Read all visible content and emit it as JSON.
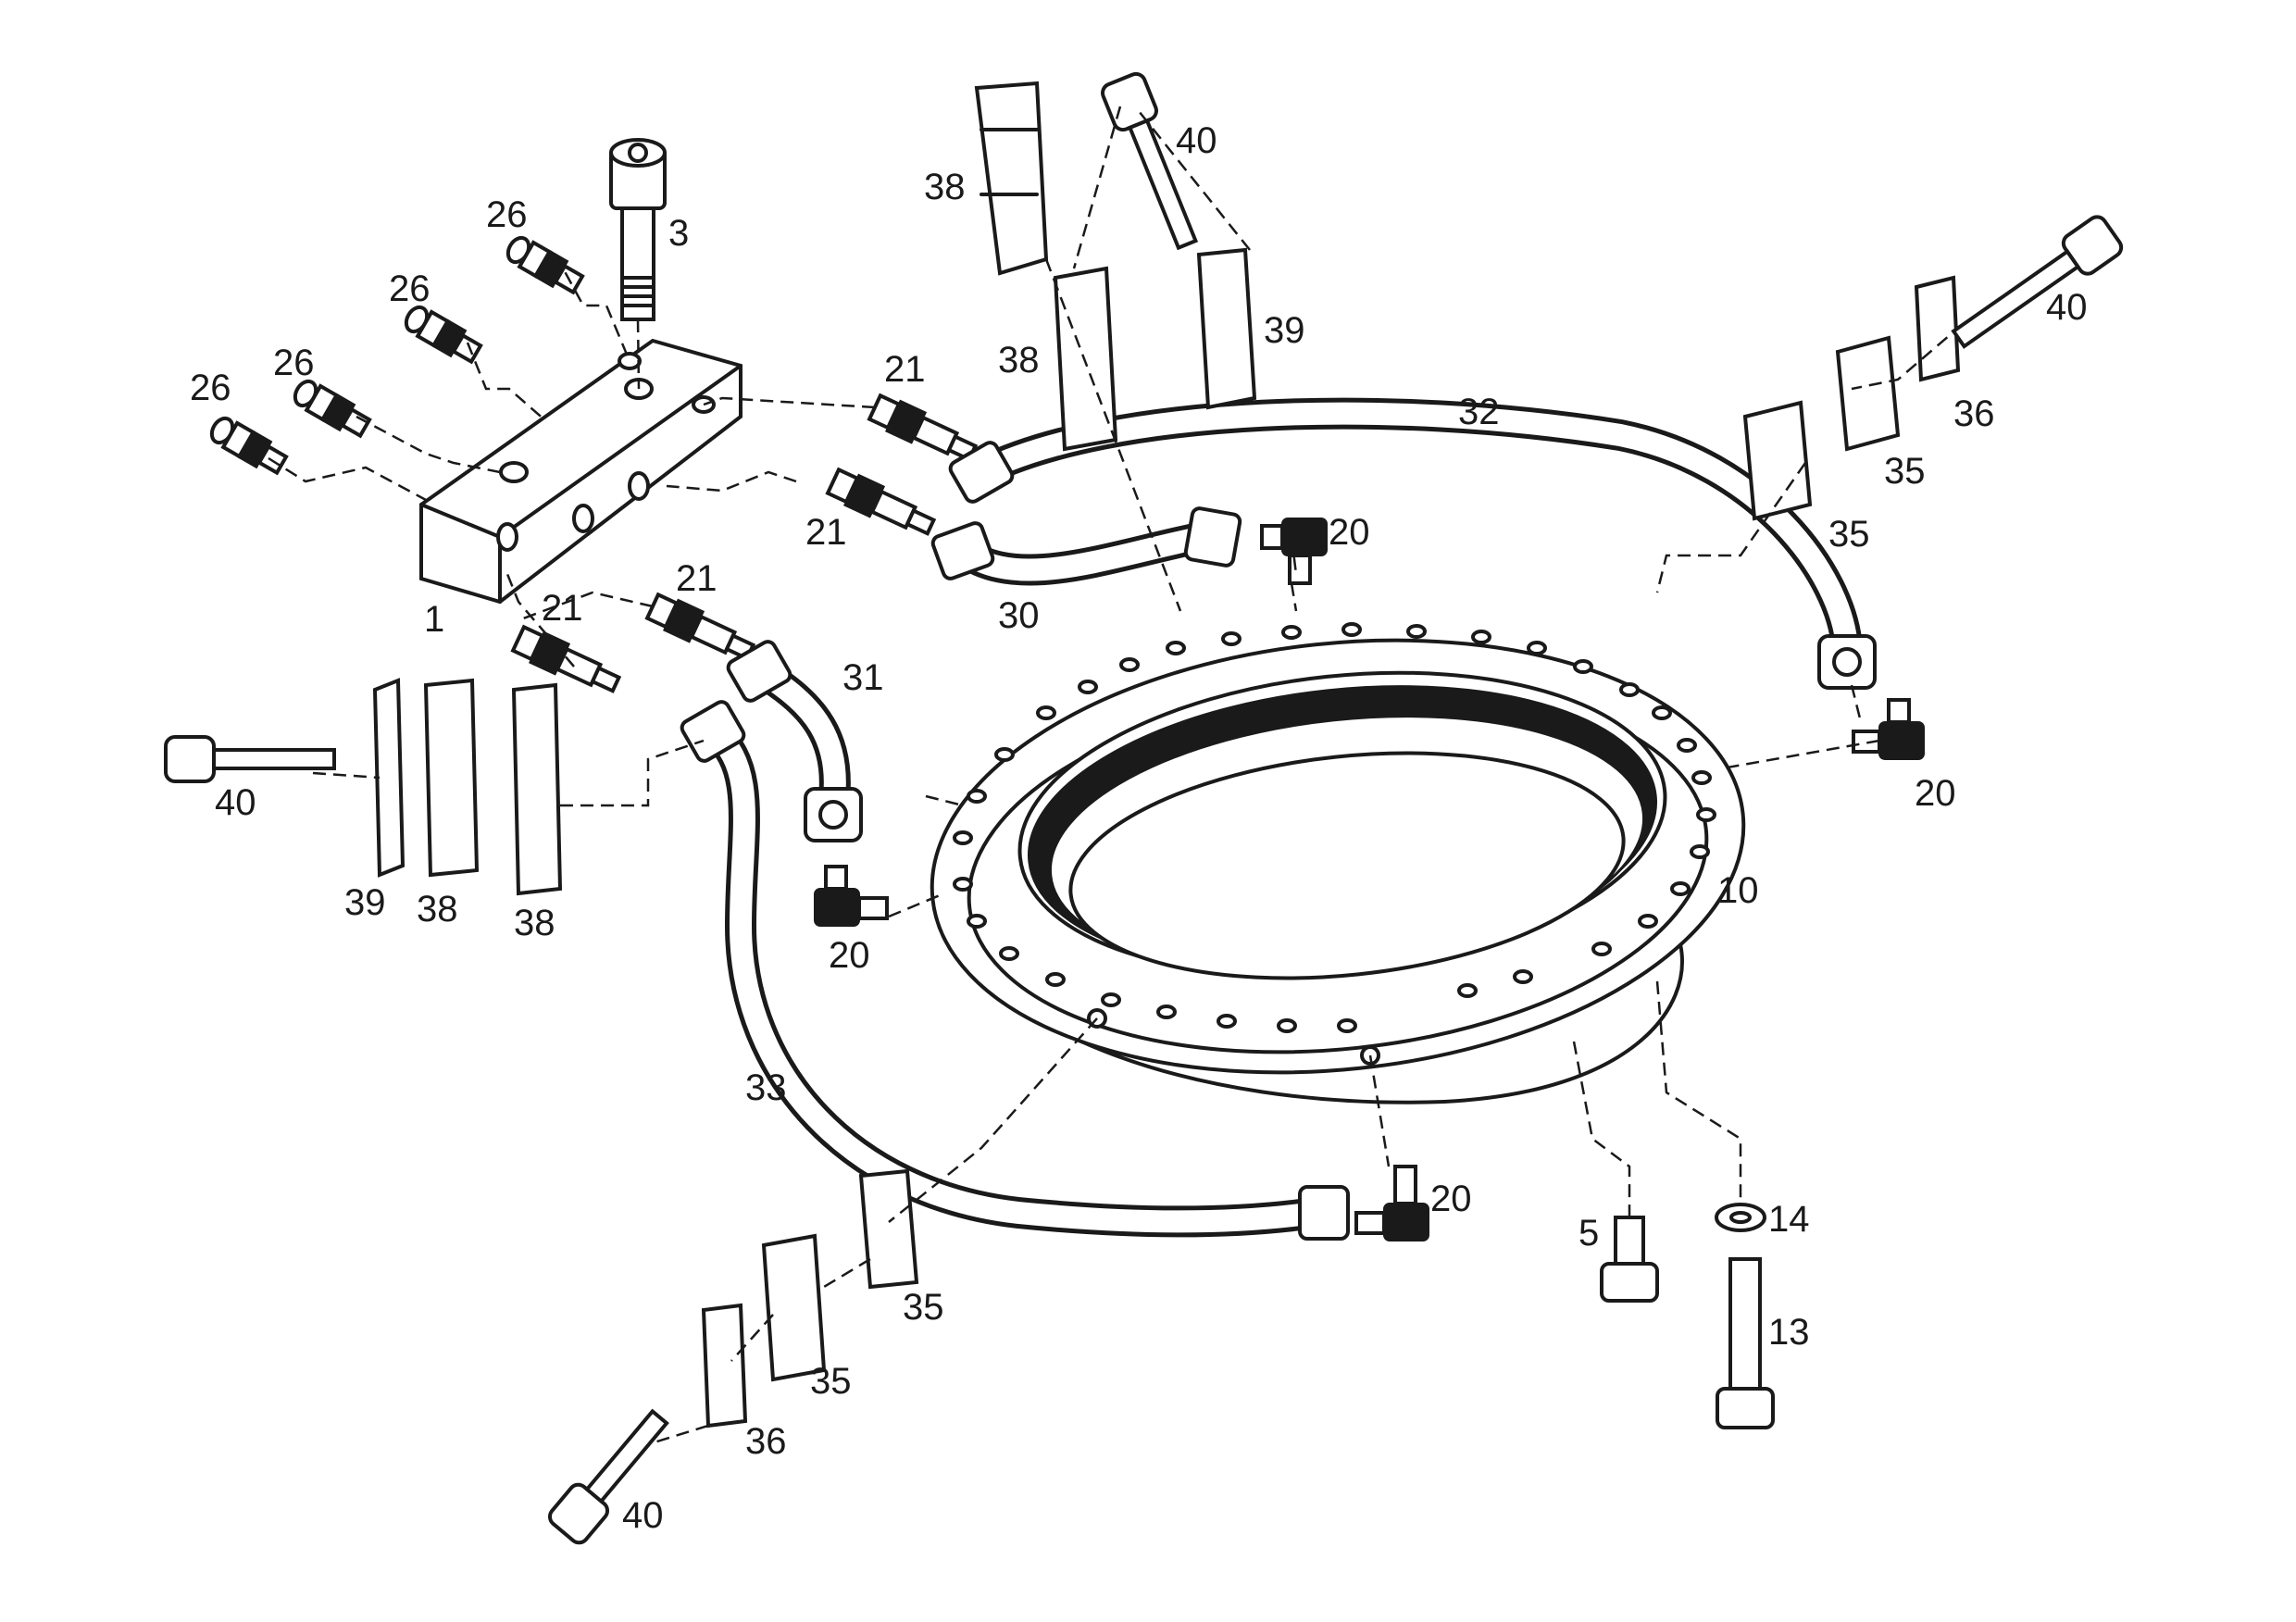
{
  "diagram": {
    "type": "exploded-parts-view",
    "callouts": [
      {
        "id": "c1",
        "label": "1"
      },
      {
        "id": "c3",
        "label": "3"
      },
      {
        "id": "c26a",
        "label": "26"
      },
      {
        "id": "c26b",
        "label": "26"
      },
      {
        "id": "c26c",
        "label": "26"
      },
      {
        "id": "c26d",
        "label": "26"
      },
      {
        "id": "c21a",
        "label": "21"
      },
      {
        "id": "c21b",
        "label": "21"
      },
      {
        "id": "c21c",
        "label": "21"
      },
      {
        "id": "c21d",
        "label": "21"
      },
      {
        "id": "c38a",
        "label": "38"
      },
      {
        "id": "c38b",
        "label": "38"
      },
      {
        "id": "c40a",
        "label": "40"
      },
      {
        "id": "c39a",
        "label": "39"
      },
      {
        "id": "c40b",
        "label": "40"
      },
      {
        "id": "c36a",
        "label": "36"
      },
      {
        "id": "c35a",
        "label": "35"
      },
      {
        "id": "c35b",
        "label": "35"
      },
      {
        "id": "c32",
        "label": "32"
      },
      {
        "id": "c20a",
        "label": "20"
      },
      {
        "id": "c30",
        "label": "30"
      },
      {
        "id": "c31",
        "label": "31"
      },
      {
        "id": "c20b",
        "label": "20"
      },
      {
        "id": "c10",
        "label": "10"
      },
      {
        "id": "c40c",
        "label": "40"
      },
      {
        "id": "c39b",
        "label": "39"
      },
      {
        "id": "c38c",
        "label": "38"
      },
      {
        "id": "c38d",
        "label": "38"
      },
      {
        "id": "c20c",
        "label": "20"
      },
      {
        "id": "c33",
        "label": "33"
      },
      {
        "id": "c20d",
        "label": "20"
      },
      {
        "id": "c5",
        "label": "5"
      },
      {
        "id": "c14",
        "label": "14"
      },
      {
        "id": "c13",
        "label": "13"
      },
      {
        "id": "c35c",
        "label": "35"
      },
      {
        "id": "c35d",
        "label": "35"
      },
      {
        "id": "c36b",
        "label": "36"
      },
      {
        "id": "c40d",
        "label": "40"
      }
    ]
  }
}
